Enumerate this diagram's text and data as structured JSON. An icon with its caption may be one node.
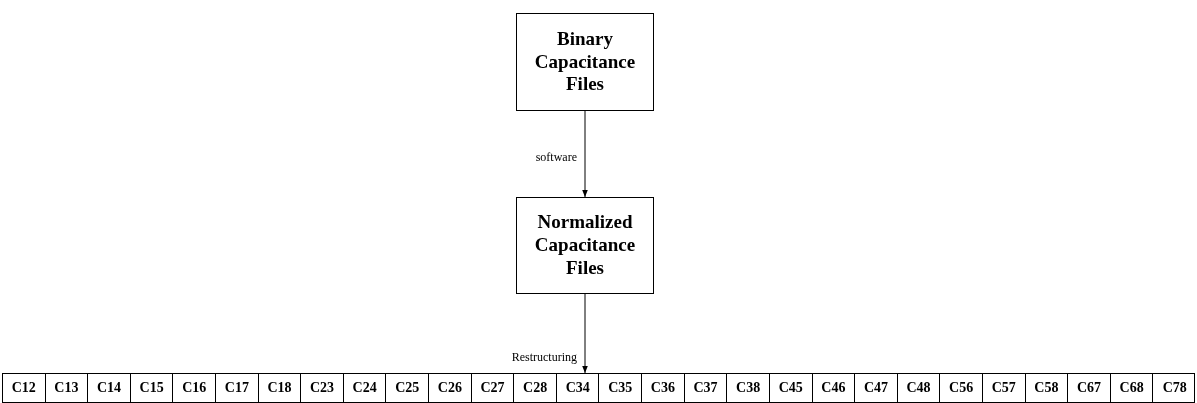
{
  "diagram": {
    "nodes": [
      {
        "text": [
          "Binary Capacitance Files"
        ]
      },
      {
        "text": [
          "Normalized Capacitance Files"
        ]
      },
      {
        "text": [],
        "shape": "box"
      },
      {
        "text": [
          "C12"
        ],
        "in": 2
      },
      {
        "text": [
          "C13"
        ],
        "in": 2
      },
      {
        "text": [
          "C14"
        ],
        "in": 2
      },
      {
        "text": [
          "C15"
        ],
        "in": 2
      },
      {
        "text": [
          "C16"
        ],
        "in": 2
      },
      {
        "text": [
          "C17"
        ],
        "in": 2
      },
      {
        "text": [
          "C18"
        ],
        "in": 2
      },
      {
        "text": [
          "C23"
        ],
        "in": 2
      },
      {
        "text": [
          "C24"
        ],
        "in": 2
      },
      {
        "text": [
          "C25"
        ],
        "in": 2
      },
      {
        "text": [
          "C26"
        ],
        "in": 2
      },
      {
        "text": [
          "C27"
        ],
        "in": 2
      },
      {
        "text": [
          "C28"
        ],
        "in": 2
      },
      {
        "text": [
          "C34"
        ],
        "in": 2
      },
      {
        "text": [
          "C35"
        ],
        "in": 2
      },
      {
        "text": [
          "C36"
        ],
        "in": 2
      },
      {
        "text": [
          "C37"
        ],
        "in": 2
      },
      {
        "text": [
          "C38"
        ],
        "in": 2
      },
      {
        "text": [
          "C45"
        ],
        "in": 2
      },
      {
        "text": [
          "C46"
        ],
        "in": 2
      },
      {
        "text": [
          "C47"
        ],
        "in": 2
      },
      {
        "text": [
          "C48"
        ],
        "in": 2
      },
      {
        "text": [
          "C56"
        ],
        "in": 2
      },
      {
        "text": [
          "C57"
        ],
        "in": 2
      },
      {
        "text": [
          "C58"
        ],
        "in": 2
      },
      {
        "text": [
          "C67"
        ],
        "in": 2
      },
      {
        "text": [
          "C68"
        ],
        "in": 2
      },
      {
        "text": [
          "C78"
        ],
        "in": 2
      }
    ],
    "edges": [
      {
        "from": 0,
        "to": 1,
        "arrow": "to",
        "label": "software"
      },
      {
        "from": 1,
        "to": 2,
        "arrow": "to",
        "label": "Restructuring"
      }
    ]
  }
}
